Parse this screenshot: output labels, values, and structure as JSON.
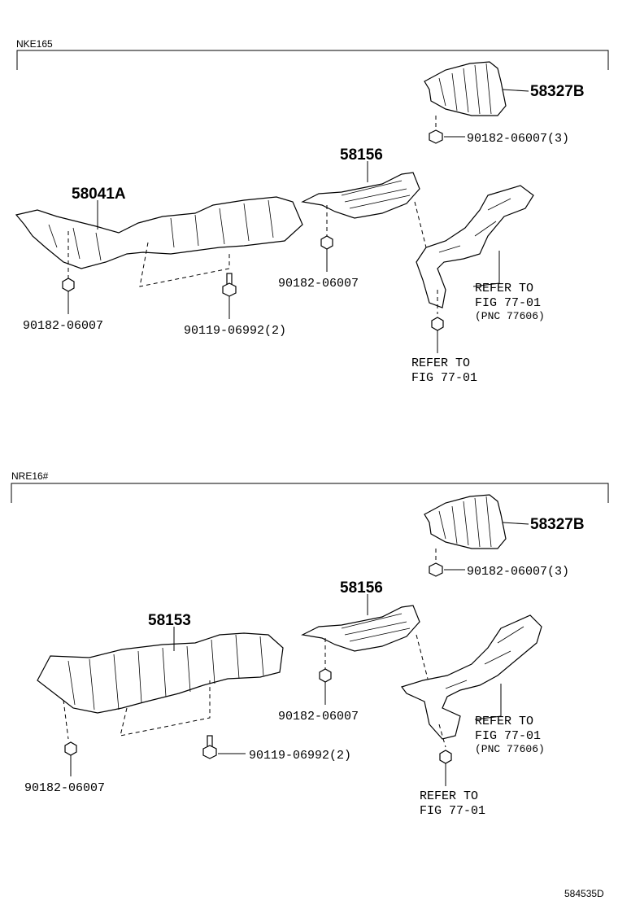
{
  "sections": [
    {
      "model_code": "NKE165",
      "labels": {
        "shield_upper_right": "58327B",
        "nut_upper_right": "90182-06007(3)",
        "shield_center": "58156",
        "shield_left": "58041A",
        "nut_center": "90182-06007",
        "nut_left": "90182-06007",
        "bolt": "90119-06992(2)",
        "refer_bracket_line1": "REFER TO",
        "refer_bracket_line2": "FIG 77-01",
        "refer_bracket_line3": "(PNC 77606)",
        "refer_nut_line1": "REFER TO",
        "refer_nut_line2": "FIG 77-01"
      }
    },
    {
      "model_code": "NRE16#",
      "labels": {
        "shield_upper_right": "58327B",
        "nut_upper_right": "90182-06007(3)",
        "shield_center": "58156",
        "shield_left": "58153",
        "nut_center": "90182-06007",
        "nut_left": "90182-06007",
        "bolt": "90119-06992(2)",
        "refer_bracket_line1": "REFER TO",
        "refer_bracket_line2": "FIG 77-01",
        "refer_bracket_line3": "(PNC 77606)",
        "refer_nut_line1": "REFER TO",
        "refer_nut_line2": "FIG 77-01"
      }
    }
  ],
  "figure_id": "584535D"
}
